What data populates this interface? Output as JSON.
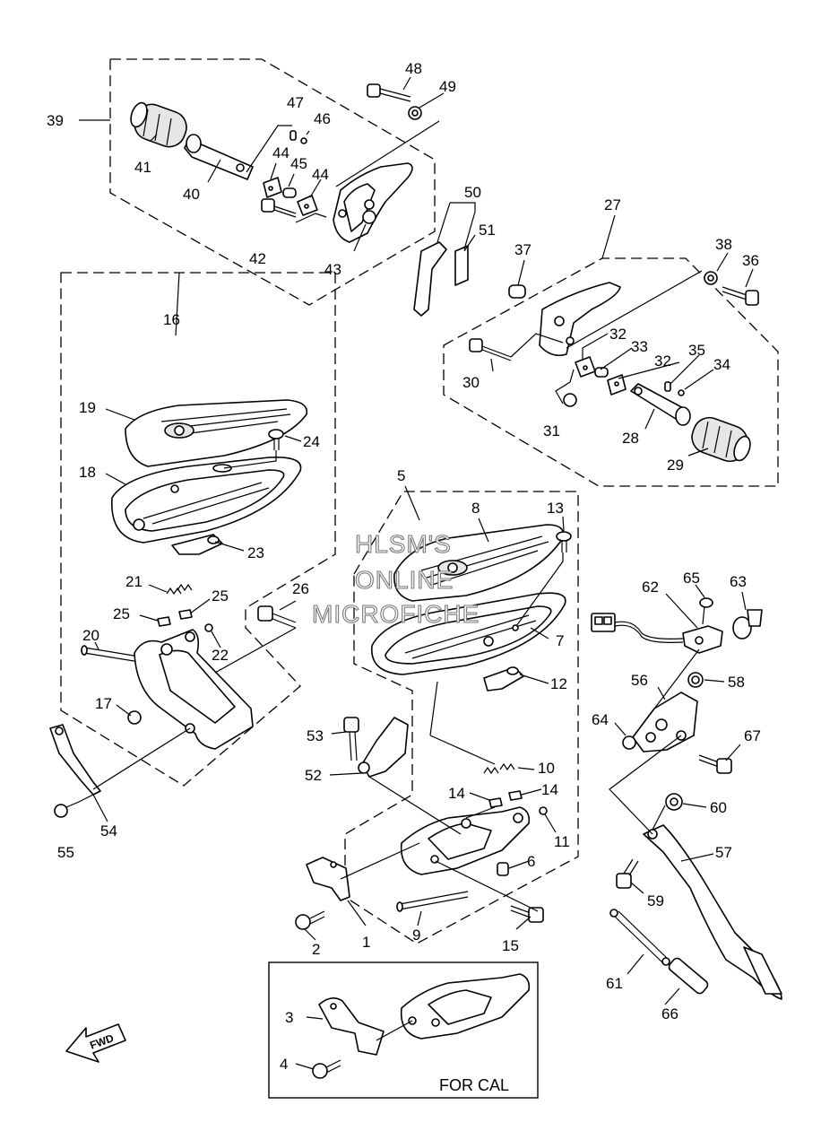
{
  "watermark": [
    "HLSM'S",
    "ONLINE",
    "MICROFICHE"
  ],
  "inset_label": "FOR CAL",
  "fwd_label": "FWD",
  "callouts": {
    "c1": "1",
    "c2": "2",
    "c3": "3",
    "c4": "4",
    "c5": "5",
    "c6": "6",
    "c7": "7",
    "c8": "8",
    "c9": "9",
    "c10": "10",
    "c11": "11",
    "c12": "12",
    "c13": "13",
    "c14a": "14",
    "c14b": "14",
    "c15": "15",
    "c16": "16",
    "c17": "17",
    "c18": "18",
    "c19": "19",
    "c20": "20",
    "c21": "21",
    "c22": "22",
    "c23": "23",
    "c24": "24",
    "c25a": "25",
    "c25b": "25",
    "c26": "26",
    "c27": "27",
    "c28": "28",
    "c29": "29",
    "c30": "30",
    "c31": "31",
    "c32a": "32",
    "c32b": "32",
    "c33": "33",
    "c34": "34",
    "c35": "35",
    "c36": "36",
    "c37": "37",
    "c38": "38",
    "c39": "39",
    "c40": "40",
    "c41": "41",
    "c42": "42",
    "c43": "43",
    "c44a": "44",
    "c44b": "44",
    "c45": "45",
    "c46": "46",
    "c47": "47",
    "c48": "48",
    "c49": "49",
    "c50": "50",
    "c51": "51",
    "c52": "52",
    "c53": "53",
    "c54": "54",
    "c55": "55",
    "c56": "56",
    "c57": "57",
    "c58": "58",
    "c59": "59",
    "c60": "60",
    "c61": "61",
    "c62": "62",
    "c63": "63",
    "c64": "64",
    "c65": "65",
    "c66": "66",
    "c67": "67"
  }
}
